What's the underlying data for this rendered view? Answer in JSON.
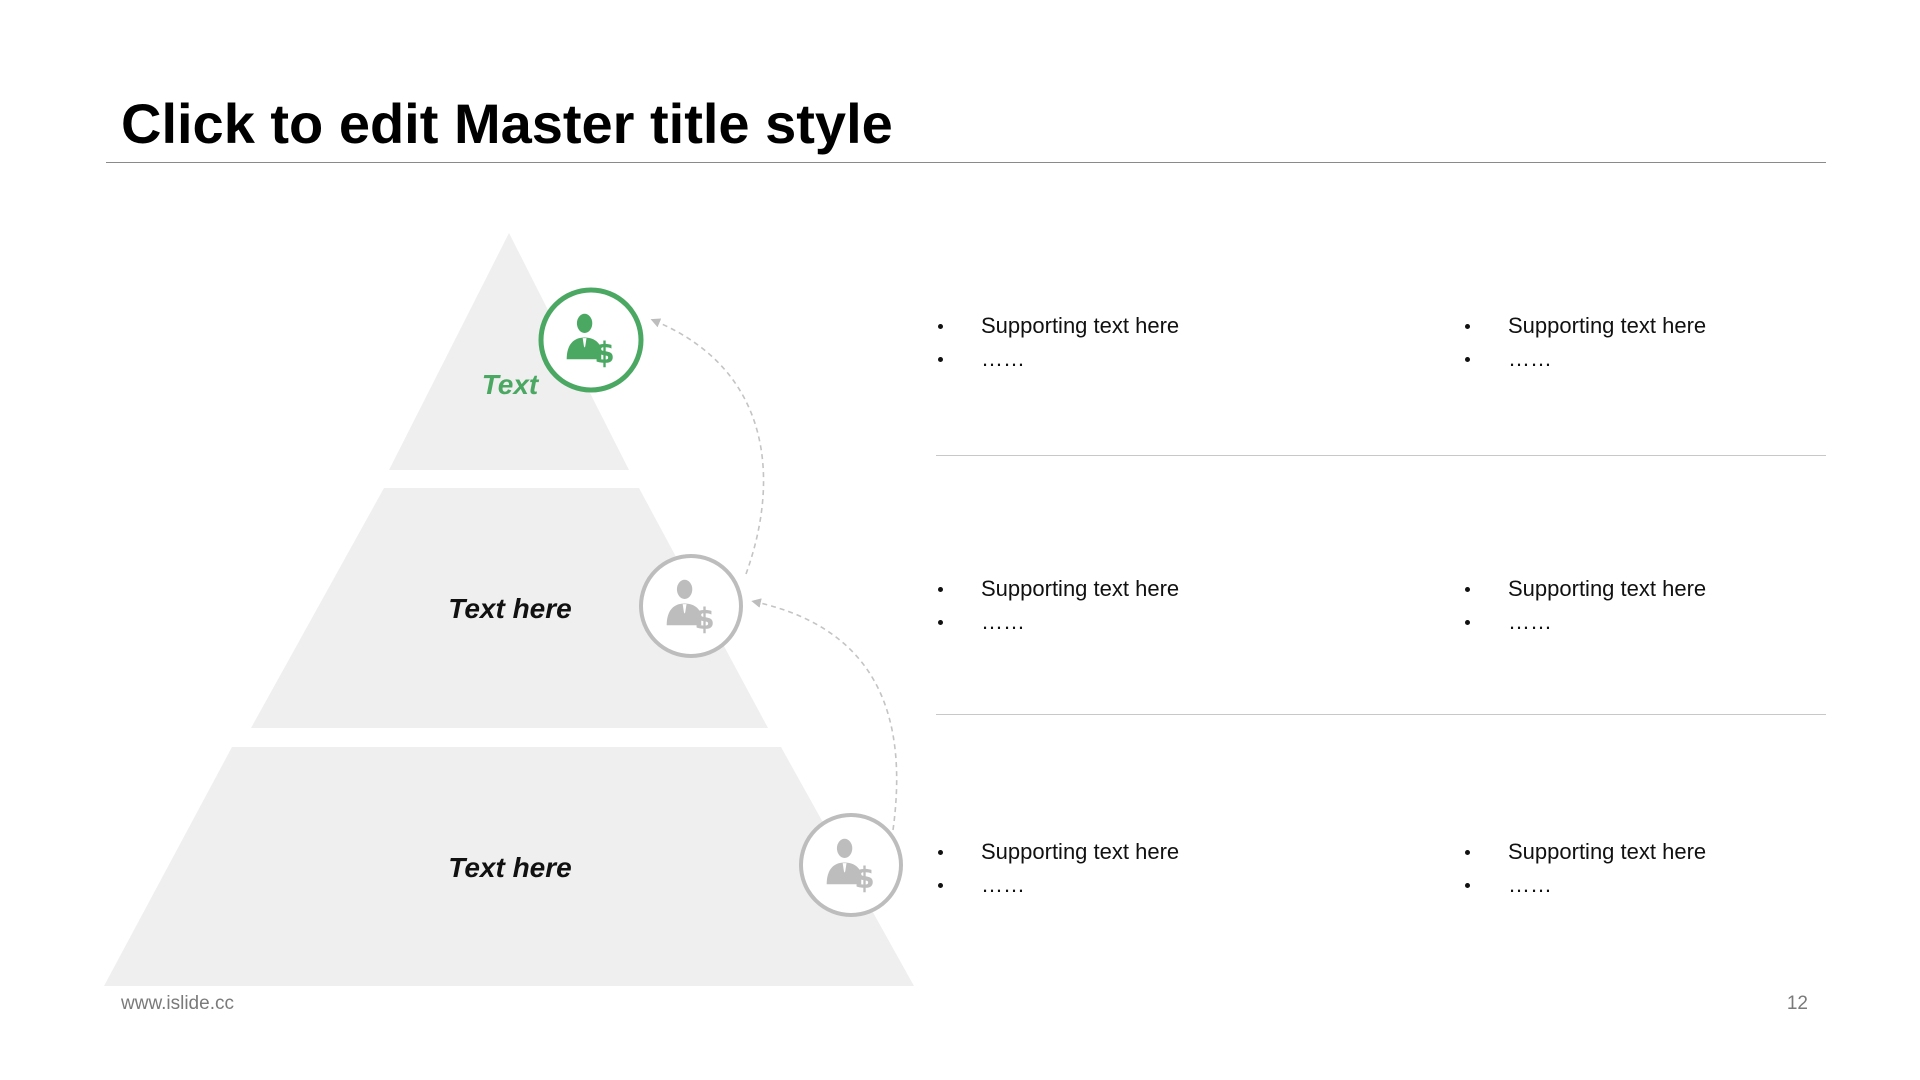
{
  "slide": {
    "title": "Click to edit Master title style",
    "pyramid": {
      "tiers": [
        {
          "label": "Text",
          "state": "active"
        },
        {
          "label": "Text here",
          "state": "inactive"
        },
        {
          "label": "Text here",
          "state": "inactive"
        }
      ],
      "icon": "businessman-dollar-icon"
    },
    "rows": [
      {
        "left": [
          "Supporting text here",
          "……"
        ],
        "right": [
          "Supporting text here",
          "……"
        ]
      },
      {
        "left": [
          "Supporting text here",
          "……"
        ],
        "right": [
          "Supporting text here",
          "……"
        ]
      },
      {
        "left": [
          "Supporting text here",
          "……"
        ],
        "right": [
          "Supporting text here",
          "……"
        ]
      }
    ],
    "footer": {
      "website": "www.islide.cc",
      "page_number": "12"
    },
    "colors": {
      "accent": "#4aa862",
      "inactive": "#bdbdbd",
      "tier_fill": "#efefef"
    }
  }
}
